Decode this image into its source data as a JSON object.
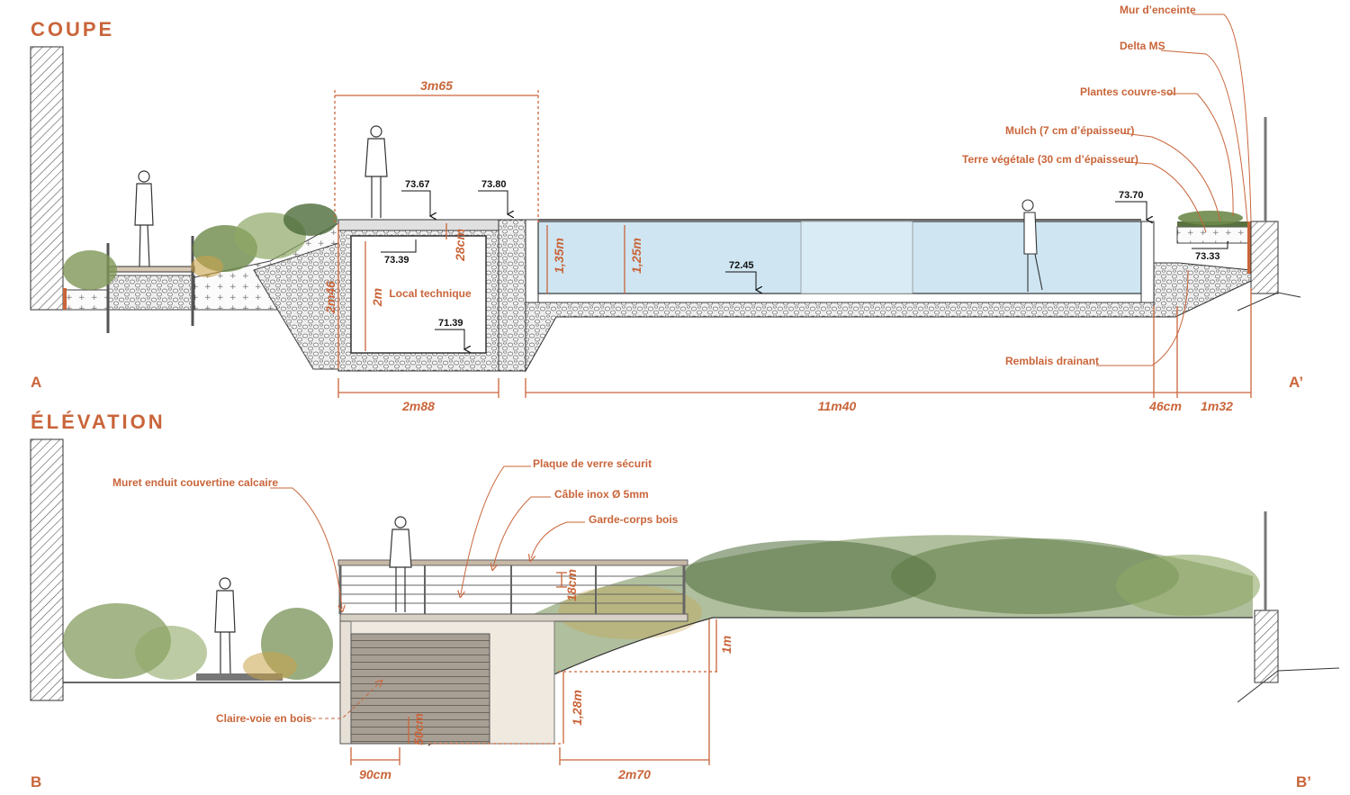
{
  "titles": {
    "coupe": "COUPE",
    "elevation": "ÉLÉVATION"
  },
  "section_markers": {
    "a": "A",
    "a_prime": "A’",
    "b": "B",
    "b_prime": "B’"
  },
  "coupe_labels": {
    "mur_enceinte": "Mur d’enceinte",
    "delta_ms": "Delta MS",
    "plantes": "Plantes couvre-sol",
    "mulch": "Mulch (7 cm d’épaisseur)",
    "terre": "Terre végétale (30 cm d’épaisseur)",
    "remblais": "Remblais drainant",
    "local": "Local technique"
  },
  "coupe_dims": {
    "top_width": "3m65",
    "local_width": "2m88",
    "pool_length": "11m40",
    "gap": "46cm",
    "planter": "1m32",
    "slope_height": "2m46",
    "local_height": "2m",
    "slab": "28cm",
    "depth_135": "1,35m",
    "depth_125": "1,25m"
  },
  "levels": {
    "l1": "73.67",
    "l2": "73.80",
    "l3": "73.39",
    "l4": "71.39",
    "l5": "72.45",
    "l6": "73.70",
    "l7": "73.33"
  },
  "elevation_labels": {
    "muret": "Muret enduit couvertine calcaire",
    "verre": "Plaque de verre sécurit",
    "cable": "Câble inox Ø 5mm",
    "garde": "Garde-corps bois",
    "claire": "Claire-voie en bois"
  },
  "elevation_dims": {
    "d18": "18cm",
    "d1m": "1m",
    "d128": "1,28m",
    "d50": "50cm",
    "d90": "90cm",
    "d270": "2m70"
  },
  "colors": {
    "accent": "#c9653a",
    "water": "#cfe6f2",
    "ink": "#222222",
    "veg_dark": "#4e6b3a",
    "veg_light": "#8fa865"
  }
}
